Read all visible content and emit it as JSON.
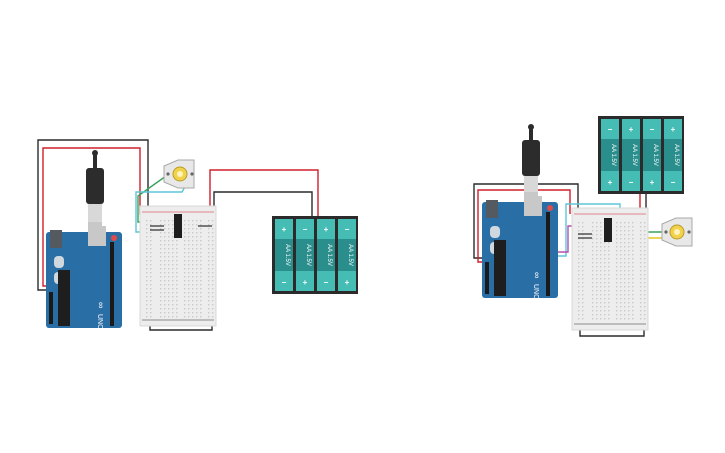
{
  "canvas": {
    "background": "#ffffff"
  },
  "colors": {
    "arduino": "#2a6ea6",
    "arduino_dark": "#1f5684",
    "breadboard": "#ededed",
    "battery_case": "#2b2b2b",
    "battery_cell": "#2a8f8c",
    "battery_cell_light": "#45bdb5",
    "wire_red": "#d0202a",
    "wire_black": "#2c2c2c",
    "wire_green": "#3aa35a",
    "wire_cyan": "#5cc6d8",
    "wire_yellow": "#e6c51b",
    "wire_purple": "#b54fb2"
  },
  "circuits": [
    {
      "arduino": {
        "brand": "UNO",
        "logo": "∞"
      },
      "battery_pack": {
        "cells": [
          {
            "label": "AA 1.5V",
            "top": "+",
            "bottom": "−"
          },
          {
            "label": "AA 1.5V",
            "top": "−",
            "bottom": "+"
          },
          {
            "label": "AA 1.5V",
            "top": "+",
            "bottom": "−"
          },
          {
            "label": "AA 1.5V",
            "top": "−",
            "bottom": "+"
          }
        ]
      },
      "motor": {
        "icon": "dc-motor-icon"
      }
    },
    {
      "arduino": {
        "brand": "UNO",
        "logo": "∞"
      },
      "battery_pack": {
        "cells": [
          {
            "label": "AA 1.5V",
            "top": "−",
            "bottom": "+"
          },
          {
            "label": "AA 1.5V",
            "top": "+",
            "bottom": "−"
          },
          {
            "label": "AA 1.5V",
            "top": "−",
            "bottom": "+"
          },
          {
            "label": "AA 1.5V",
            "top": "+",
            "bottom": "−"
          }
        ]
      },
      "motor": {
        "icon": "dc-motor-icon"
      }
    }
  ]
}
